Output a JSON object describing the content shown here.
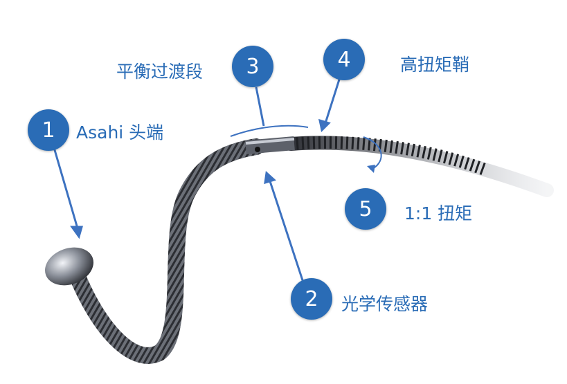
{
  "callouts": [
    {
      "number": "1",
      "label": "Asahi 头端"
    },
    {
      "number": "2",
      "label": "光学传感器"
    },
    {
      "number": "3",
      "label": "平衡过渡段"
    },
    {
      "number": "4",
      "label": "高扭矩鞘"
    },
    {
      "number": "5",
      "label": "1:1 扭矩"
    }
  ],
  "colors": {
    "accent": "#2a6cb6",
    "wire": "#3a3d44"
  }
}
